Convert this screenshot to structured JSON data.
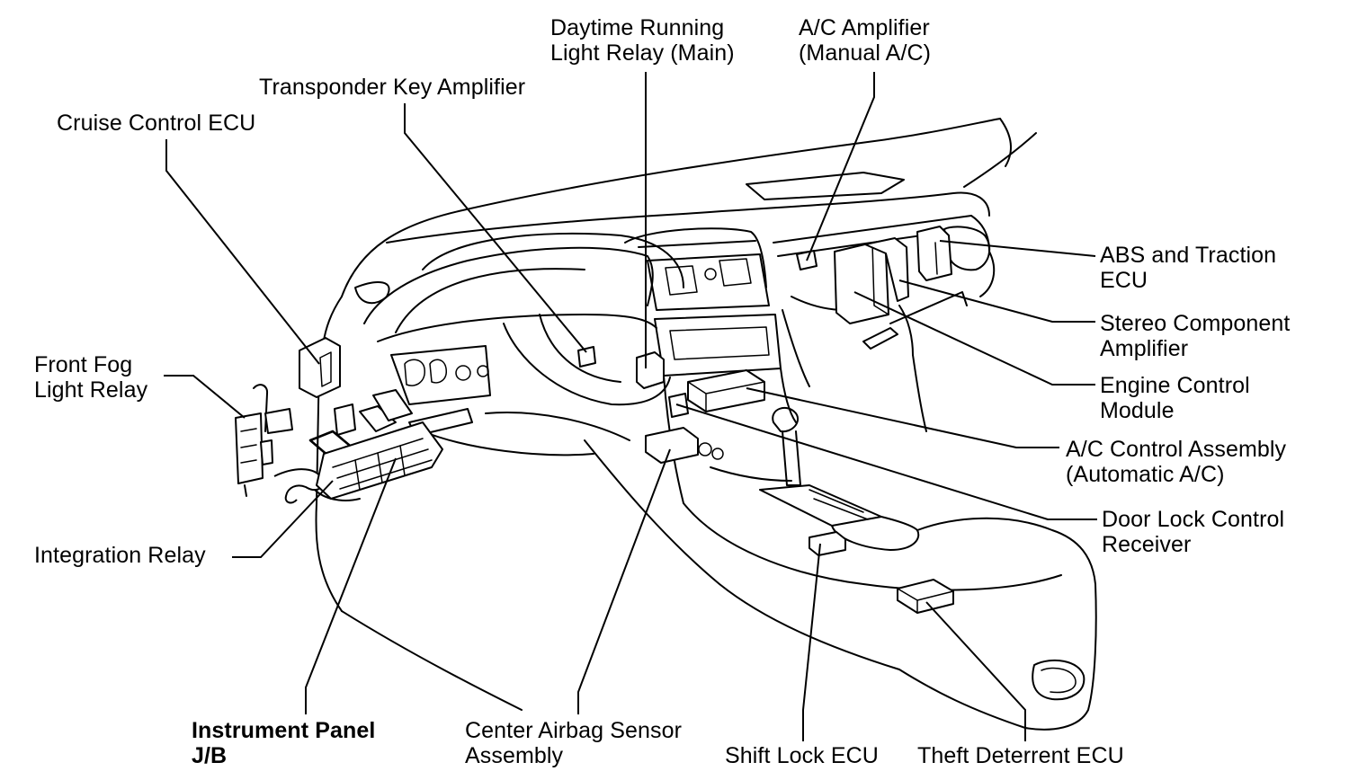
{
  "labels": {
    "daytime_running": [
      "Daytime Running",
      "Light Relay (Main)"
    ],
    "ac_amplifier": [
      "A/C Amplifier",
      "(Manual A/C)"
    ],
    "transponder": [
      "Transponder Key Amplifier"
    ],
    "cruise_control": [
      "Cruise Control ECU"
    ],
    "front_fog": [
      "Front Fog",
      "Light Relay"
    ],
    "abs_traction": [
      "ABS and Traction",
      "ECU"
    ],
    "stereo_amp": [
      "Stereo Component",
      "Amplifier"
    ],
    "engine_control": [
      "Engine Control",
      "Module"
    ],
    "ac_control": [
      "A/C Control Assembly",
      "(Automatic A/C)"
    ],
    "door_lock": [
      "Door Lock Control",
      "Receiver"
    ],
    "integration_relay": [
      "Integration Relay"
    ],
    "instrument_panel": [
      "Instrument Panel",
      "J/B"
    ],
    "center_airbag": [
      "Center Airbag Sensor",
      "Assembly"
    ],
    "shift_lock": [
      "Shift Lock ECU"
    ],
    "theft_deterrent": [
      "Theft Deterrent ECU"
    ]
  },
  "colors": {
    "ink": "#000000",
    "paper": "#ffffff"
  }
}
